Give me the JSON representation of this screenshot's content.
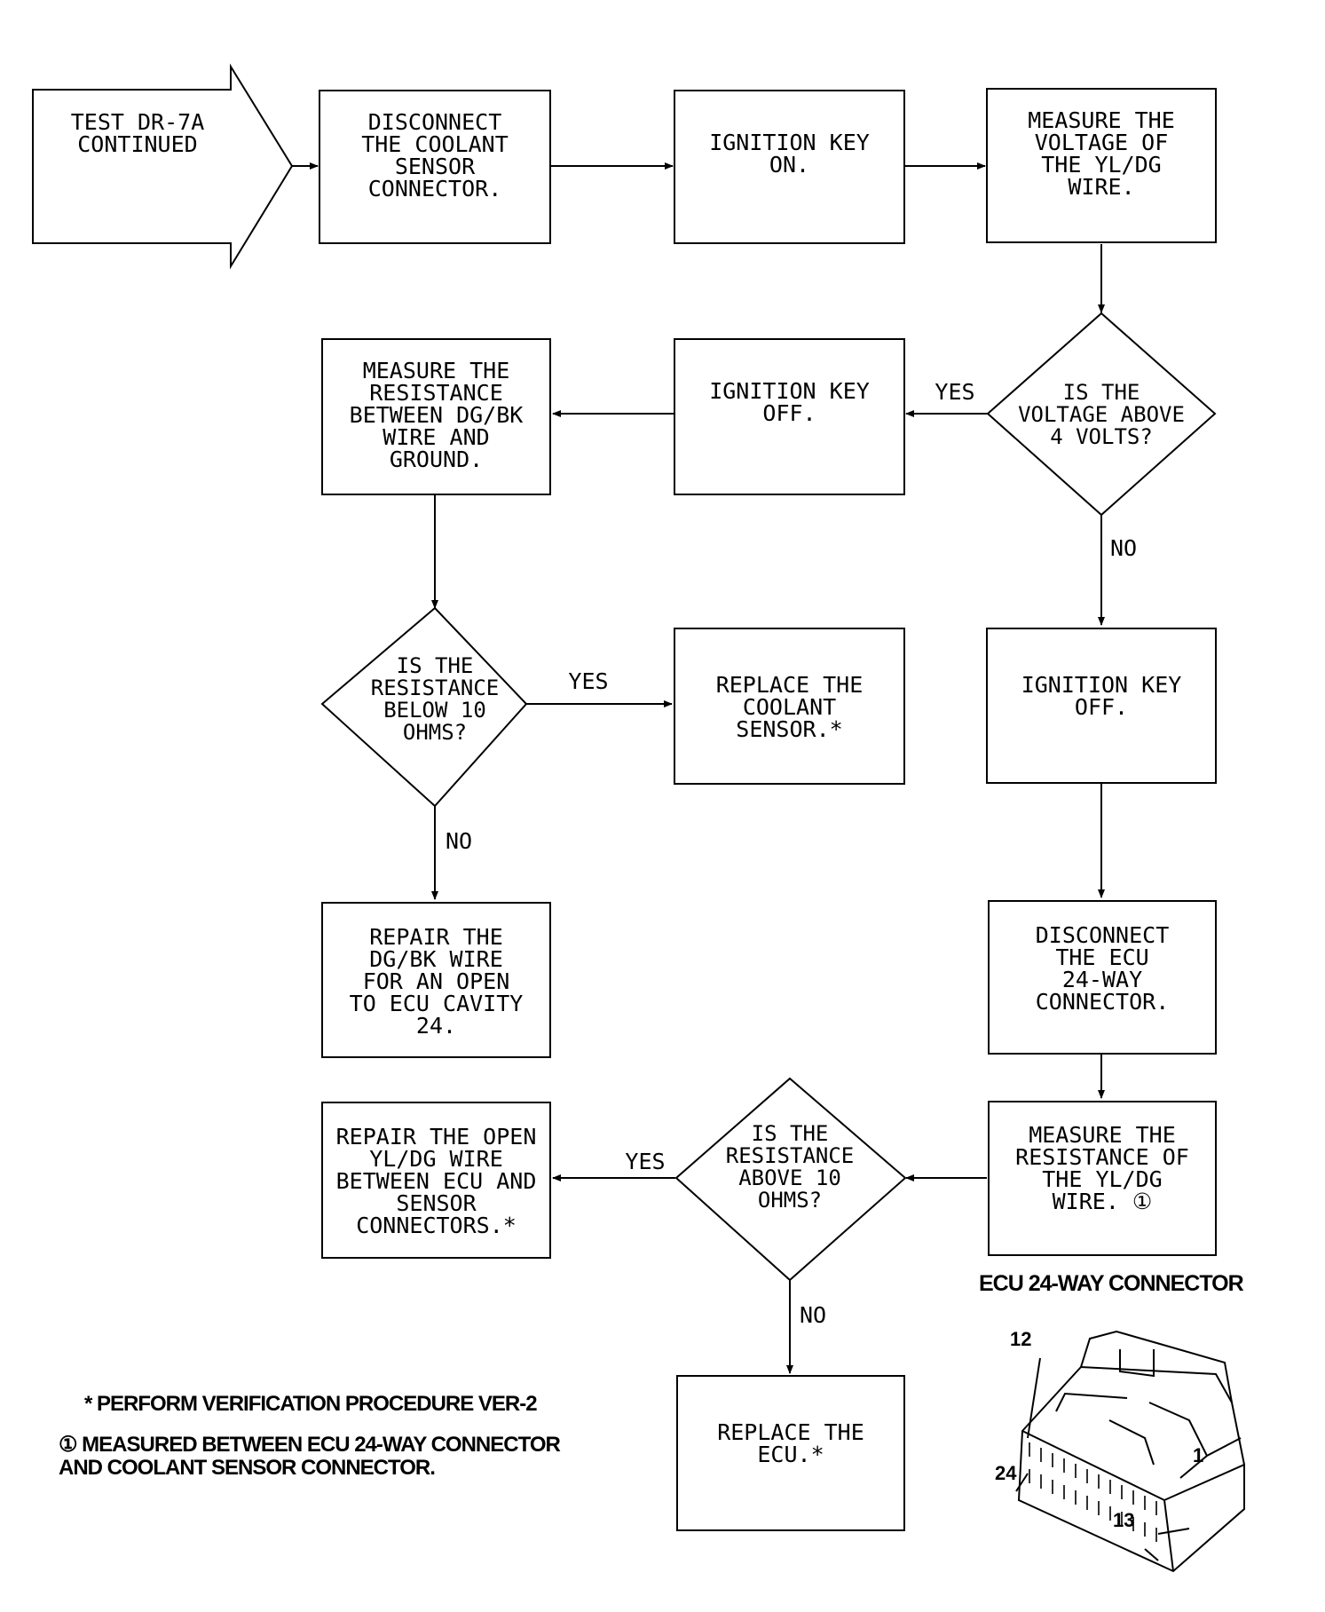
{
  "start": {
    "text": "TEST DR-7A\nCONTINUED"
  },
  "boxes": {
    "disconnect_coolant": "DISCONNECT\nTHE COOLANT\nSENSOR\nCONNECTOR.",
    "ignition_on": "IGNITION KEY\nON.",
    "measure_voltage": "MEASURE THE\nVOLTAGE OF\nTHE YL/DG\nWIRE.",
    "ignition_off_1": "IGNITION KEY\nOFF.",
    "measure_resistance_dgbk": "MEASURE THE\nRESISTANCE\nBETWEEN DG/BK\nWIRE AND\nGROUND.",
    "replace_coolant": "REPLACE THE\nCOOLANT\nSENSOR.*",
    "ignition_off_2": "IGNITION KEY\nOFF.",
    "repair_dgbk": "REPAIR THE\nDG/BK WIRE\nFOR AN OPEN\nTO ECU CAVITY\n24.",
    "disconnect_ecu": "DISCONNECT\nTHE ECU\n24-WAY\nCONNECTOR.",
    "measure_resistance_yldg": "MEASURE THE\nRESISTANCE OF\nTHE YL/DG\nWIRE. ①",
    "repair_yldg": "REPAIR THE OPEN\nYL/DG WIRE\nBETWEEN ECU AND\nSENSOR\nCONNECTORS.*",
    "replace_ecu": "REPLACE THE\nECU.*"
  },
  "decisions": {
    "voltage_above": "IS THE\nVOLTAGE ABOVE\n4 VOLTS?",
    "resistance_below": "IS THE\nRESISTANCE\nBELOW 10\nOHMS?",
    "resistance_above": "IS THE\nRESISTANCE\nABOVE 10\nOHMS?"
  },
  "labels": {
    "yes": "YES",
    "no": "NO"
  },
  "notes": {
    "verification": "* PERFORM VERIFICATION PROCEDURE VER-2",
    "measured": "① MEASURED BETWEEN ECU 24-WAY CONNECTOR\n    AND COOLANT SENSOR CONNECTOR."
  },
  "connector": {
    "title": "ECU 24-WAY CONNECTOR",
    "pin_12": "12",
    "pin_24": "24",
    "pin_1": "1",
    "pin_13": "13"
  }
}
